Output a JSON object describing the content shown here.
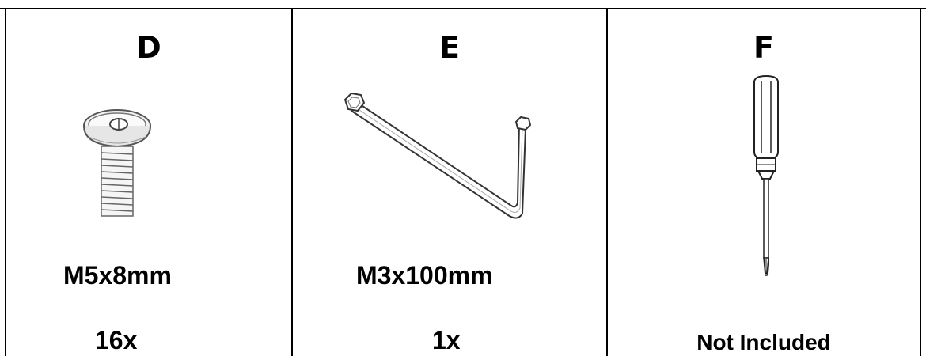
{
  "parts": [
    {
      "letter": "D",
      "size": "M5x8mm",
      "quantity": "16x",
      "icon": "bolt-icon"
    },
    {
      "letter": "E",
      "size": "M3x100mm",
      "quantity": "1x",
      "icon": "hex-key-icon"
    },
    {
      "letter": "F",
      "size": "",
      "quantity": "Not Included",
      "icon": "screwdriver-icon"
    }
  ]
}
